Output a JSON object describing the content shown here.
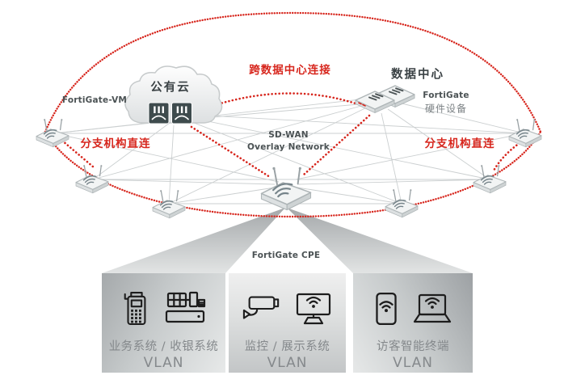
{
  "theme": {
    "accent_red": "#d7261d",
    "dark_text": "#3a4144",
    "mid_text": "#4b5254",
    "gray_text": "#7c8285",
    "box_text": "#85898c",
    "mesh_line": "#cbcfd0",
    "device_dark": "#3e4b4d"
  },
  "diagram": {
    "public_cloud_label": "公有云",
    "cloud_gateway_label": "FortiGate-VM",
    "datacenter_label": "数据中心",
    "datacenter_device_label_1": "FortiGate",
    "datacenter_device_label_2": "硬件设备",
    "cross_dc_link_label": "跨数据中心连接",
    "branch_direct_left_label": "分支机构直连",
    "branch_direct_right_label": "分支机构直连",
    "overlay_label_1": "SD-WAN",
    "overlay_label_2": "Overlay Network",
    "cpe_label": "FortiGate CPE"
  },
  "vlan_boxes": [
    {
      "icons": [
        "pos-terminal-icon",
        "cash-register-icon"
      ],
      "label": "业务系统 / 收银系统",
      "sublabel": "VLAN"
    },
    {
      "icons": [
        "cctv-camera-icon",
        "display-wifi-icon"
      ],
      "label": "监控 / 展示系统",
      "sublabel": "VLAN"
    },
    {
      "icons": [
        "tablet-wifi-icon",
        "laptop-wifi-icon"
      ],
      "label": "访客智能终端",
      "sublabel": "VLAN"
    }
  ]
}
